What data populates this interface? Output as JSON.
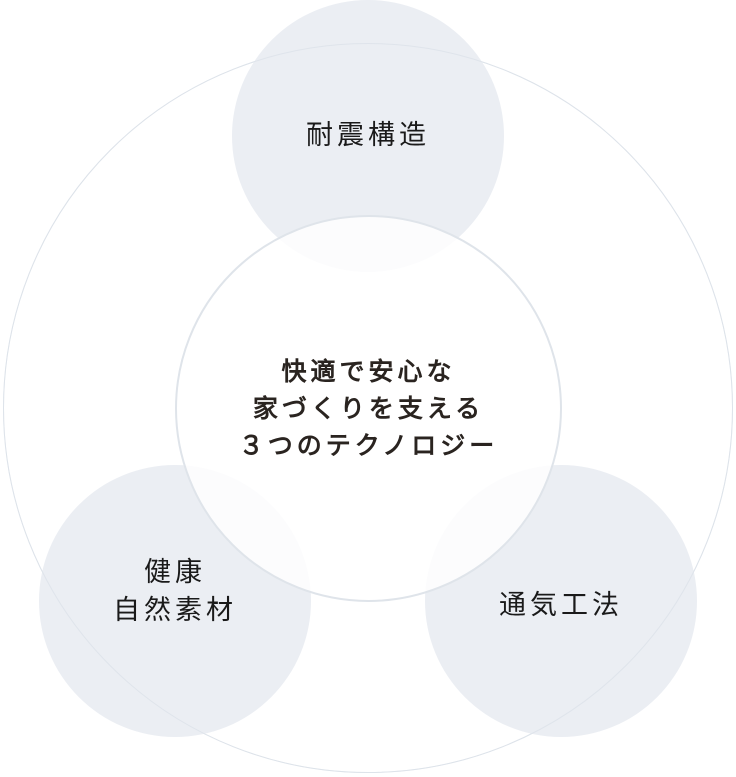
{
  "diagram": {
    "center": {
      "lines": [
        "快適で安心な",
        "家づくりを支える",
        "３つのテクノロジー"
      ]
    },
    "technologies": [
      {
        "id": "top",
        "lines": [
          "耐震構造"
        ]
      },
      {
        "id": "left",
        "lines": [
          "健康",
          "自然素材"
        ]
      },
      {
        "id": "right",
        "lines": [
          "通気工法"
        ]
      }
    ],
    "colors": {
      "tech_circle_fill": "#ebeef3",
      "center_fill": "#ffffff",
      "center_border": "#dfe4ea",
      "outer_ring": "#e6eaef",
      "text": "#1a1a1a",
      "center_text": "#2a2420"
    }
  }
}
